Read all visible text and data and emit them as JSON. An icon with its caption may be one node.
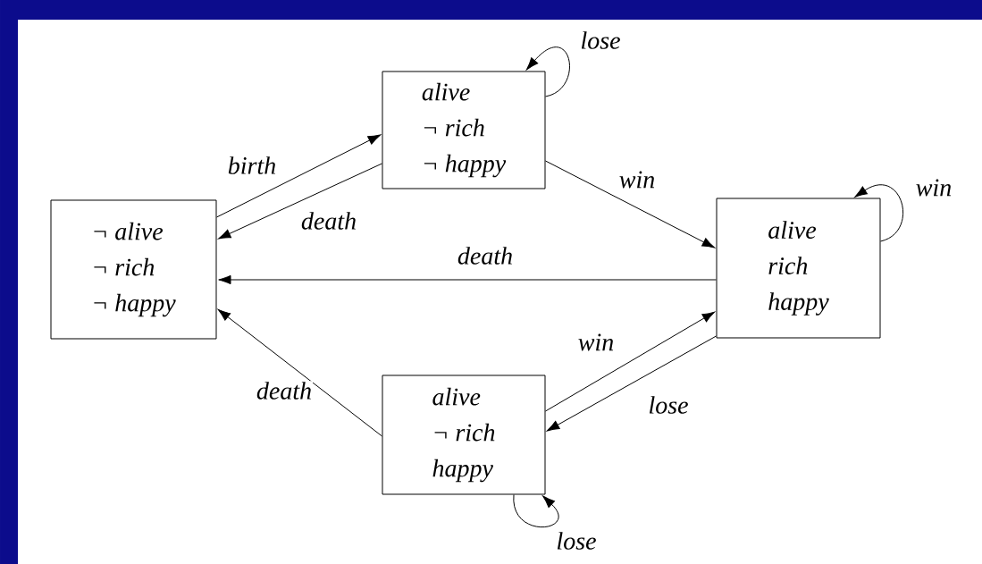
{
  "diagram": {
    "nodes": [
      {
        "text": [
          "¬ alive",
          "¬ rich",
          "¬ happy"
        ]
      },
      {
        "text": [
          "alive",
          "¬ rich",
          "¬ happy"
        ]
      },
      {
        "text": [
          "alive",
          "rich",
          "happy"
        ]
      },
      {
        "text": [
          "alive",
          "¬ rich",
          "happy"
        ]
      }
    ],
    "edges": [
      {
        "from": 0,
        "to": 1,
        "arrow": "to",
        "label": "birth"
      },
      {
        "from": 1,
        "to": 0,
        "arrow": "to",
        "label": "death"
      },
      {
        "from": 1,
        "to": 2,
        "arrow": "to",
        "label": "win"
      },
      {
        "from": 1,
        "to": 1,
        "arrow": "to",
        "label": "lose"
      },
      {
        "from": 2,
        "to": 0,
        "arrow": "to",
        "label": "death"
      },
      {
        "from": 2,
        "to": 2,
        "arrow": "to",
        "label": "win"
      },
      {
        "from": 3,
        "to": 2,
        "arrow": "to",
        "label": "win"
      },
      {
        "from": 2,
        "to": 3,
        "arrow": "to",
        "label": "lose"
      },
      {
        "from": 3,
        "to": 0,
        "arrow": "to",
        "label": "death"
      },
      {
        "from": 3,
        "to": 3,
        "arrow": "to",
        "label": "lose"
      }
    ]
  }
}
